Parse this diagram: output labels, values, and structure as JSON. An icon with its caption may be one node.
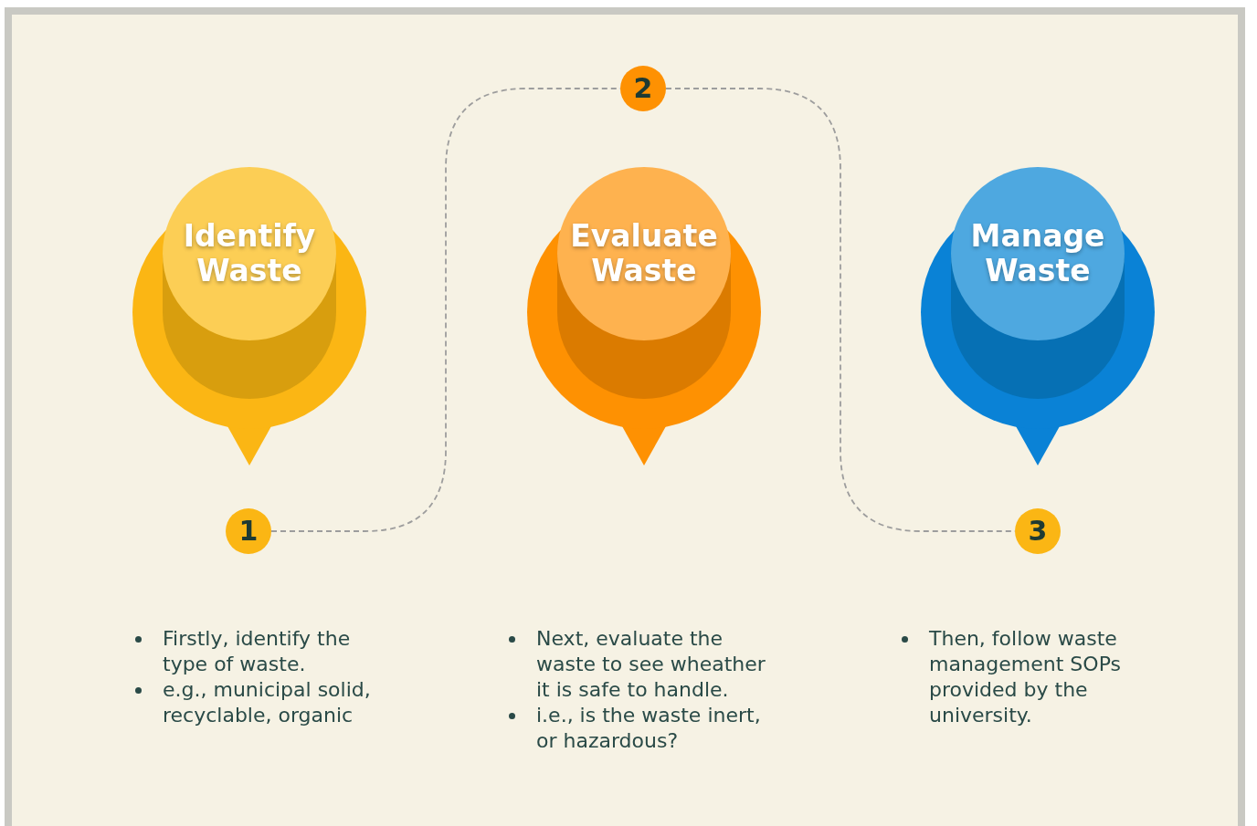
{
  "diagram": {
    "nodes": [
      {
        "text": [
          "Identify Waste"
        ]
      },
      {
        "text": [
          "1"
        ]
      },
      {
        "text": [
          "Evaluate Waste"
        ]
      },
      {
        "text": [
          "2"
        ]
      },
      {
        "text": [
          "Manage Waste"
        ]
      },
      {
        "text": [
          "3"
        ]
      }
    ],
    "edges": [
      {
        "from": 1,
        "to": 3,
        "arrow": "none",
        "style": "dashed"
      },
      {
        "from": 3,
        "to": 5,
        "arrow": "none",
        "style": "dashed"
      }
    ],
    "labels": [
      "Firstly, identify the type of waste.",
      "e.g., municipal solid, recyclable, organic",
      "Next, evaluate the waste to see wheather it is safe to handle.",
      "i.e., is the waste inert, or hazardous?",
      "Then, follow waste management SOPs provided by the university."
    ]
  }
}
